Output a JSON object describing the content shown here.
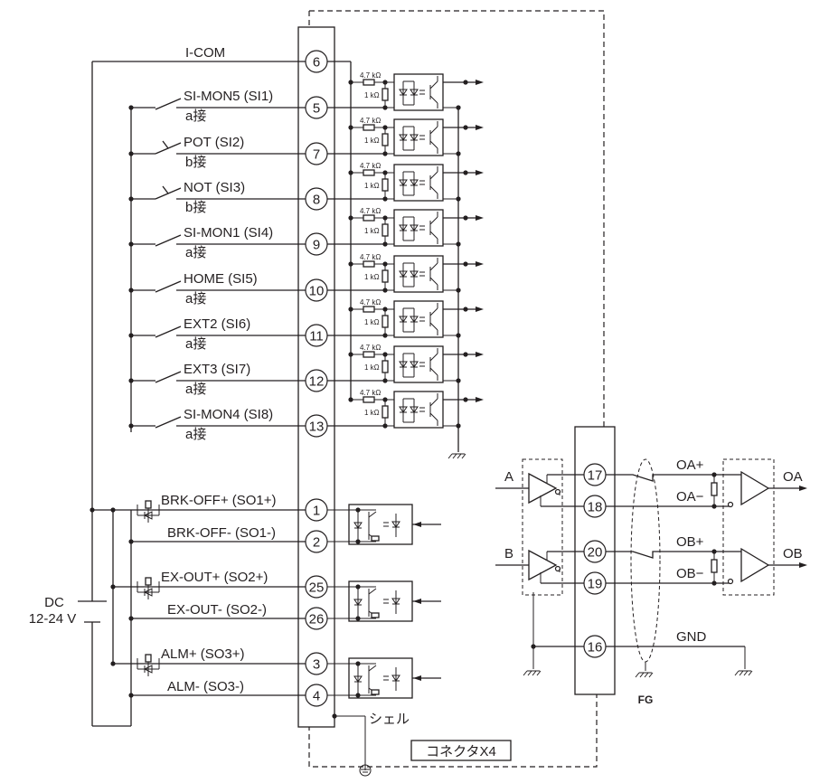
{
  "input_common": {
    "label": "I-COM",
    "pin": "6"
  },
  "inputs": [
    {
      "name": "SI-MON5 (SI1)",
      "contact": "a接",
      "pin": "5",
      "type": "a"
    },
    {
      "name": "POT (SI2)",
      "contact": "b接",
      "pin": "7",
      "type": "b"
    },
    {
      "name": "NOT (SI3)",
      "contact": "b接",
      "pin": "8",
      "type": "b"
    },
    {
      "name": "SI-MON1 (SI4)",
      "contact": "a接",
      "pin": "9",
      "type": "a"
    },
    {
      "name": "HOME (SI5)",
      "contact": "a接",
      "pin": "10",
      "type": "a"
    },
    {
      "name": "EXT2 (SI6)",
      "contact": "a接",
      "pin": "11",
      "type": "a"
    },
    {
      "name": "EXT3 (SI7)",
      "contact": "a接",
      "pin": "12",
      "type": "a"
    },
    {
      "name": "SI-MON4 (SI8)",
      "contact": "a接",
      "pin": "13",
      "type": "a"
    }
  ],
  "resistors": {
    "r1": "4.7 kΩ",
    "r2": "1 kΩ"
  },
  "outputs": [
    {
      "plus": "BRK-OFF+ (SO1+)",
      "plus_pin": "1",
      "minus": "BRK-OFF- (SO1-)",
      "minus_pin": "2"
    },
    {
      "plus": "EX-OUT+ (SO2+)",
      "plus_pin": "25",
      "minus": "EX-OUT- (SO2-)",
      "minus_pin": "26"
    },
    {
      "plus": "ALM+ (SO3+)",
      "plus_pin": "3",
      "minus": "ALM- (SO3-)",
      "minus_pin": "4"
    }
  ],
  "power": {
    "line1": "DC",
    "line2": "12-24 V"
  },
  "shell": "シェル",
  "connector": "コネクタX4",
  "encoder": {
    "in_a": "A",
    "in_b": "B",
    "pins": [
      "17",
      "18",
      "20",
      "19",
      "16"
    ],
    "oa_plus": "OA+",
    "oa_minus": "OA−",
    "ob_plus": "OB+",
    "ob_minus": "OB−",
    "out_a": "OA",
    "out_b": "OB",
    "gnd": "GND",
    "fg": "FG"
  }
}
